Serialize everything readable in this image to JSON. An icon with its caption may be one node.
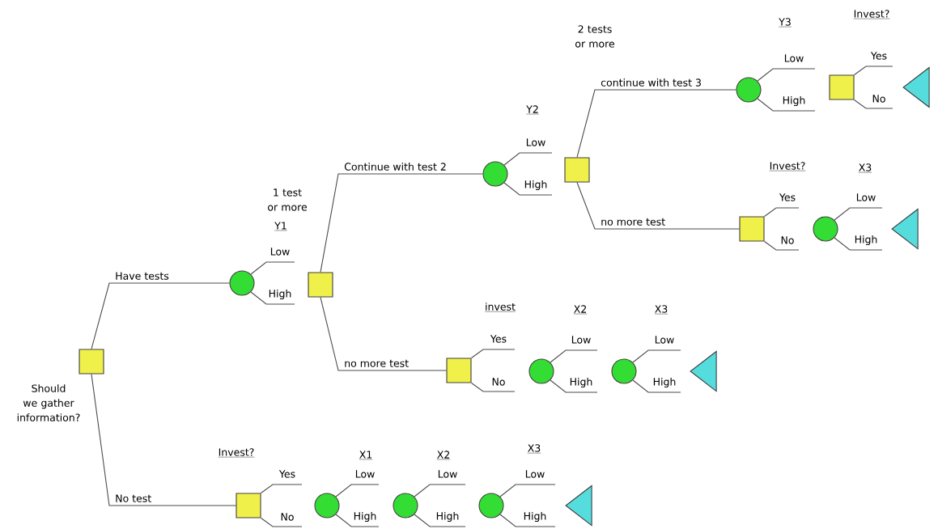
{
  "diagram": {
    "nodes": [
      {
        "text": [
          "Should we gather information?"
        ]
      },
      {
        "text": [
          "Y1"
        ]
      },
      {
        "text": [],
        "shape": "box"
      },
      {
        "text": [
          "Y2"
        ]
      },
      {
        "text": [],
        "shape": "box"
      },
      {
        "text": [
          "Y3"
        ]
      },
      {
        "text": [
          "Invest?"
        ]
      },
      {
        "text": [],
        "shape": "triangle"
      },
      {
        "text": [
          "Invest?"
        ]
      },
      {
        "text": [
          "X3"
        ]
      },
      {
        "text": [],
        "shape": "triangle"
      },
      {
        "text": [
          "invest"
        ]
      },
      {
        "text": [
          "X2"
        ]
      },
      {
        "text": [
          "X3"
        ]
      },
      {
        "text": [],
        "shape": "triangle"
      },
      {
        "text": [
          "Invest?"
        ]
      },
      {
        "text": [
          "X1"
        ]
      },
      {
        "text": [
          "X2"
        ]
      },
      {
        "text": [
          "X3"
        ]
      },
      {
        "text": [],
        "shape": "triangle"
      }
    ],
    "edges": [
      {
        "from": 0,
        "to": 1,
        "arrow": "none",
        "label": "Have tests"
      },
      {
        "from": 0,
        "to": 15,
        "arrow": "none",
        "label": "No test"
      },
      {
        "from": 1,
        "to": null,
        "arrow": "none",
        "label": "Low"
      },
      {
        "from": 1,
        "to": null,
        "arrow": "none",
        "label": "High"
      },
      {
        "from": 2,
        "to": 3,
        "arrow": "none",
        "label": "Continue with test 2"
      },
      {
        "from": 2,
        "to": 11,
        "arrow": "none",
        "label": "no more test"
      },
      {
        "from": 3,
        "to": null,
        "arrow": "none",
        "label": "Low"
      },
      {
        "from": 3,
        "to": null,
        "arrow": "none",
        "label": "High"
      },
      {
        "from": 4,
        "to": 5,
        "arrow": "none",
        "label": "continue with test 3"
      },
      {
        "from": 4,
        "to": 8,
        "arrow": "none",
        "label": "no more test"
      },
      {
        "from": 5,
        "to": null,
        "arrow": "none",
        "label": "Low"
      },
      {
        "from": 5,
        "to": null,
        "arrow": "none",
        "label": "High"
      },
      {
        "from": 6,
        "to": null,
        "arrow": "none",
        "label": "Yes"
      },
      {
        "from": 6,
        "to": null,
        "arrow": "none",
        "label": "No"
      },
      {
        "from": 8,
        "to": null,
        "arrow": "none",
        "label": "Yes"
      },
      {
        "from": 8,
        "to": null,
        "arrow": "none",
        "label": "No"
      },
      {
        "from": 9,
        "to": null,
        "arrow": "none",
        "label": "Low"
      },
      {
        "from": 9,
        "to": null,
        "arrow": "none",
        "label": "High"
      },
      {
        "from": 11,
        "to": null,
        "arrow": "none",
        "label": "Yes"
      },
      {
        "from": 11,
        "to": null,
        "arrow": "none",
        "label": "No"
      },
      {
        "from": 12,
        "to": null,
        "arrow": "none",
        "label": "Low"
      },
      {
        "from": 12,
        "to": null,
        "arrow": "none",
        "label": "High"
      },
      {
        "from": 13,
        "to": null,
        "arrow": "none",
        "label": "Low"
      },
      {
        "from": 13,
        "to": null,
        "arrow": "none",
        "label": "High"
      },
      {
        "from": 15,
        "to": null,
        "arrow": "none",
        "label": "Yes"
      },
      {
        "from": 15,
        "to": null,
        "arrow": "none",
        "label": "No"
      },
      {
        "from": 16,
        "to": null,
        "arrow": "none",
        "label": "Low"
      },
      {
        "from": 16,
        "to": null,
        "arrow": "none",
        "label": "High"
      },
      {
        "from": 17,
        "to": null,
        "arrow": "none",
        "label": "Low"
      },
      {
        "from": 17,
        "to": null,
        "arrow": "none",
        "label": "High"
      },
      {
        "from": 18,
        "to": null,
        "arrow": "none",
        "label": "Low"
      },
      {
        "from": 18,
        "to": null,
        "arrow": "none",
        "label": "High"
      }
    ],
    "labels": [
      "2 tests or more",
      "1 test or more"
    ]
  }
}
